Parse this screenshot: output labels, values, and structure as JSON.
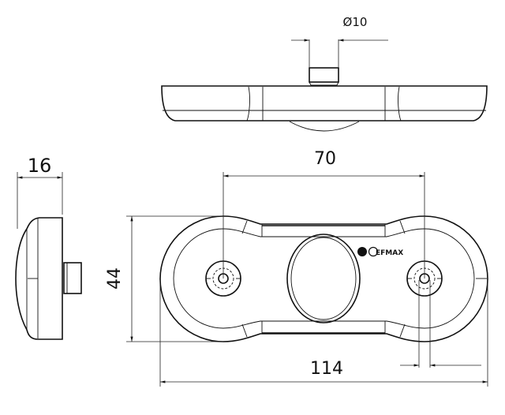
{
  "dimensions": {
    "stem_diameter": "Ø10",
    "hole_spacing": "70",
    "height": "44",
    "length": "114",
    "depth": "16"
  },
  "logo_text": "EFMAX",
  "colors": {
    "line": "#111111",
    "background": "#ffffff"
  }
}
